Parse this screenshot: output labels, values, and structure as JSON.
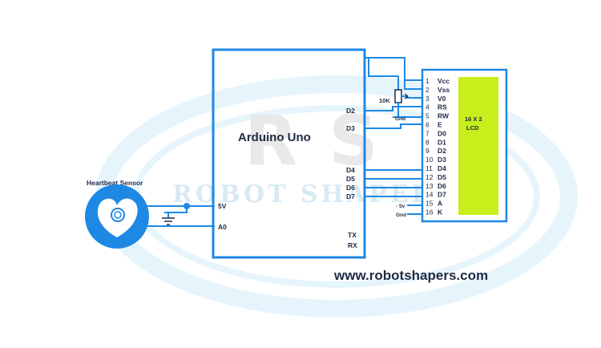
{
  "arduino": {
    "title": "Arduino Uno",
    "pins_right": [
      "D2",
      "D3",
      "D4",
      "D5",
      "D6",
      "D7",
      "TX",
      "RX"
    ],
    "pins_left": [
      "5V",
      "A0"
    ]
  },
  "sensor": {
    "label": "Heartbeat Sensor"
  },
  "potentiometer": {
    "label": "10K",
    "gnd_label": "Gnd"
  },
  "lcd": {
    "title_line1": "16 X 2",
    "title_line2": "LCD",
    "pins": [
      {
        "num": "1",
        "name": "Vcc"
      },
      {
        "num": "2",
        "name": "Vss"
      },
      {
        "num": "3",
        "name": "V0"
      },
      {
        "num": "4",
        "name": "RS"
      },
      {
        "num": "5",
        "name": "RW"
      },
      {
        "num": "6",
        "name": "E"
      },
      {
        "num": "7",
        "name": "D0"
      },
      {
        "num": "8",
        "name": "D1"
      },
      {
        "num": "9",
        "name": "D2"
      },
      {
        "num": "10",
        "name": "D3"
      },
      {
        "num": "11",
        "name": "D4"
      },
      {
        "num": "12",
        "name": "D5"
      },
      {
        "num": "13",
        "name": "D6"
      },
      {
        "num": "14",
        "name": "D7"
      },
      {
        "num": "15",
        "name": "A"
      },
      {
        "num": "16",
        "name": "K"
      }
    ],
    "pin15_supply": "- 5v",
    "pin16_supply": "Gnd"
  },
  "watermark": {
    "logo_text": "ROBOT SHAPERS",
    "logo_letters": "RS"
  },
  "website": "www.robotshapers.com",
  "colors": {
    "wire": "#1e88e5",
    "lcd_screen": "#c6ef1c",
    "text": "#1f2a44",
    "watermark": "#8fd3f4"
  }
}
